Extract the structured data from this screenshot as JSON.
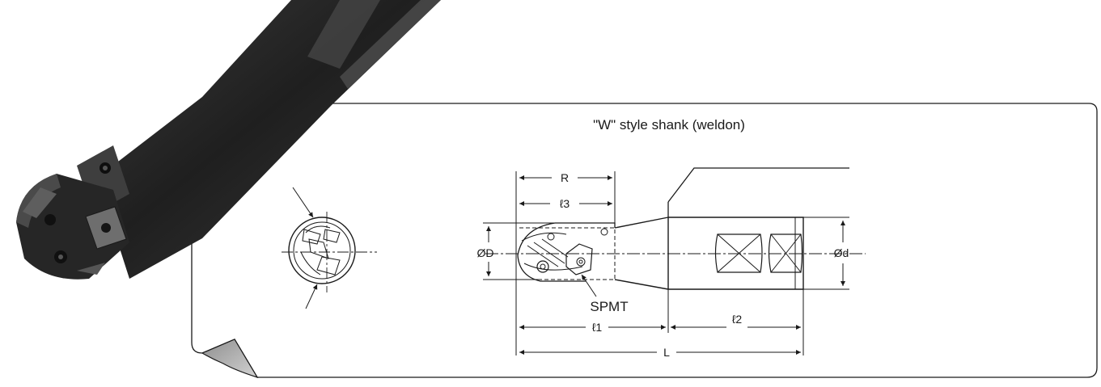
{
  "diagram": {
    "title": "\"W\" style shank (weldon)",
    "insert_label": "SPMT",
    "dimensions": {
      "R": "R",
      "l3": "ℓ3",
      "D": "ØD",
      "l1": "ℓ1",
      "l2": "ℓ2",
      "L": "L",
      "d": "Ød"
    }
  },
  "colors": {
    "ink": "#1a1a1a",
    "tool_body": "#2b2b2b",
    "paper": "#ffffff",
    "curl": "#a9a9a9"
  },
  "icons": {
    "photo": "ball-nose-end-mill-photo",
    "corner": "page-curl-icon"
  }
}
